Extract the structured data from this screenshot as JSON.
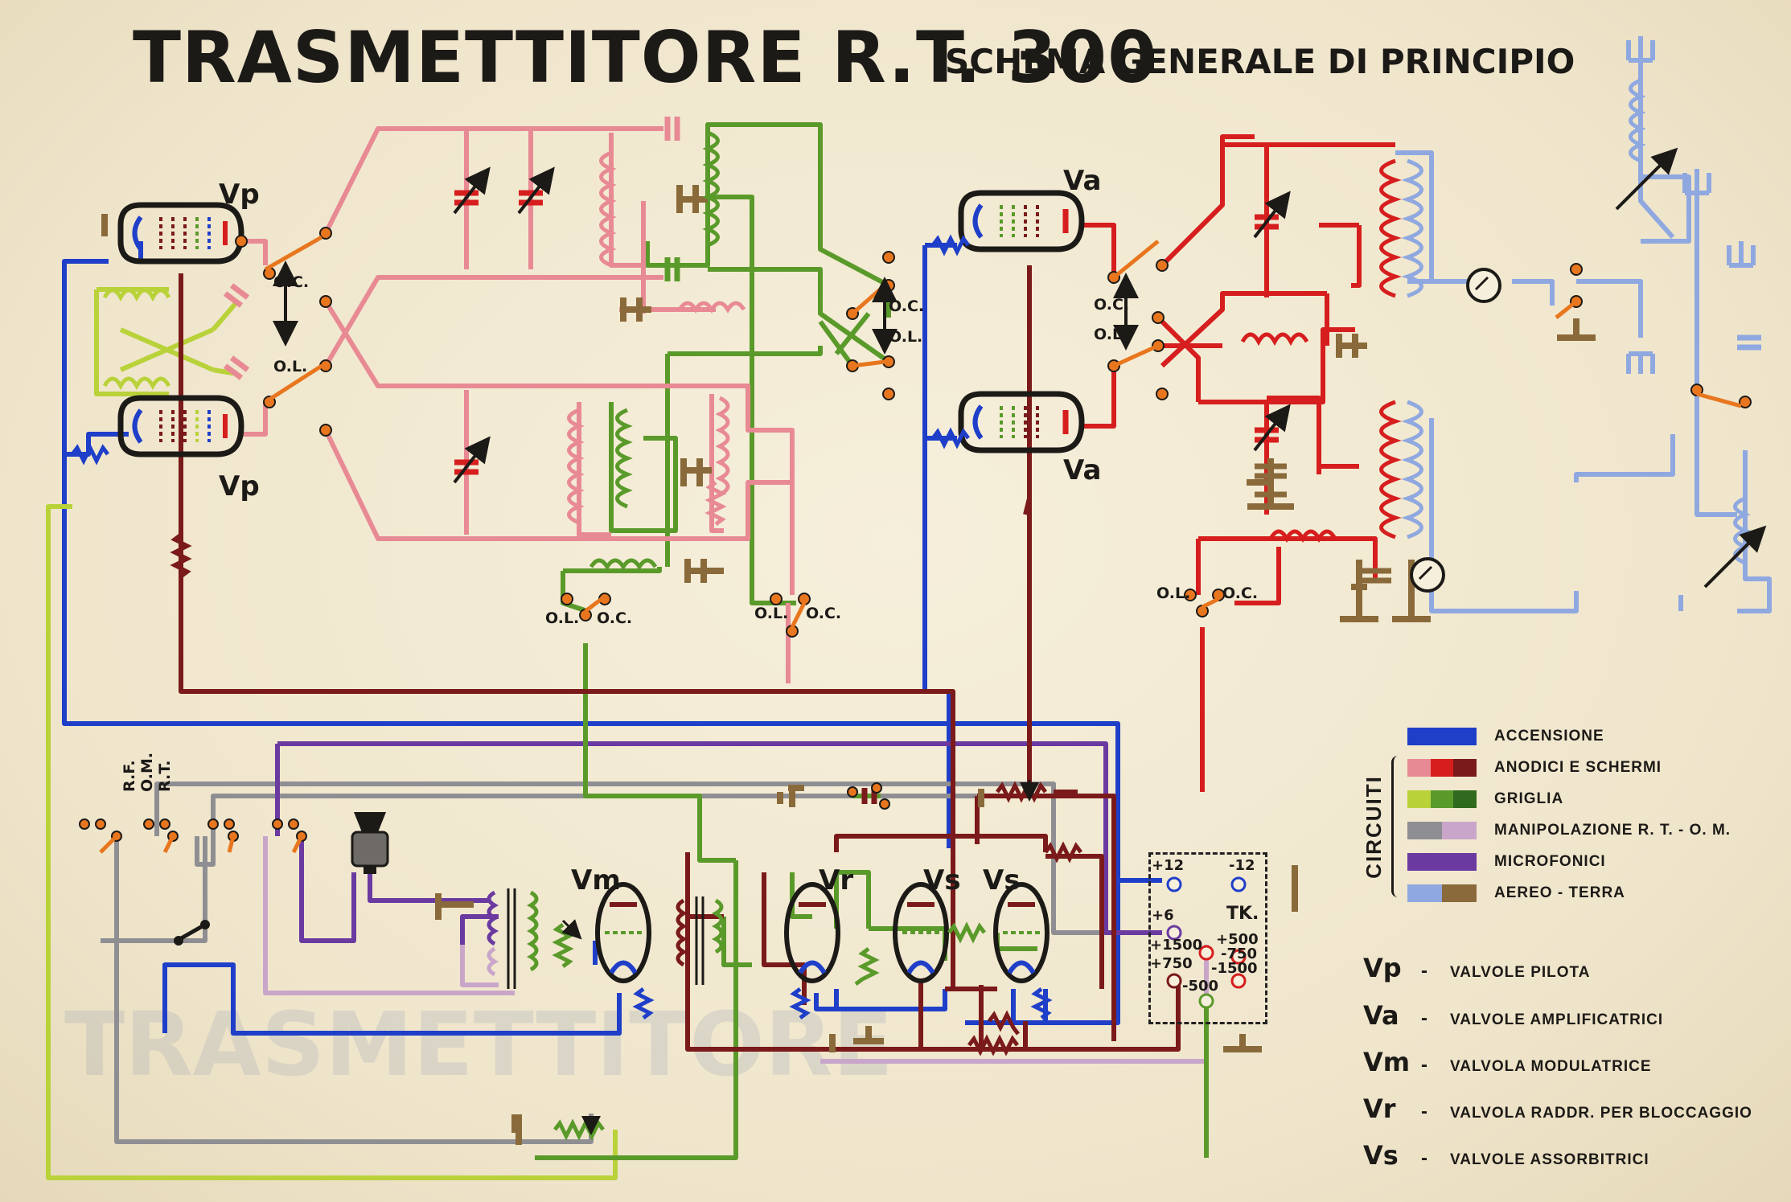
{
  "title": {
    "main": "TRASMETTITORE R.T. 300",
    "subtitle": "SCHEMA GENERALE DI PRINCIPIO"
  },
  "tube_labels": {
    "vp_top": "Vp",
    "vp_bottom": "Vp",
    "va_top": "Va",
    "va_bottom": "Va",
    "vm": "Vm",
    "vr": "Vr",
    "vs1": "Vs",
    "vs2": "Vs"
  },
  "switch_labels": {
    "left_oc": "O.C.",
    "left_ol": "O.L.",
    "mid_oc": "O.C.",
    "mid_ol": "O.L.",
    "right_oc": "O.C.",
    "right_ol": "O.L.",
    "low1_ol": "O.L.",
    "low1_oc": "O.C.",
    "low2_ol": "O.L.",
    "low2_oc": "O.C.",
    "ant_ol": "O.L.",
    "ant_oc": "O.C.",
    "mode_rf": "R.F.",
    "mode_om": "O.M.",
    "mode_rt": "R.T."
  },
  "power_supply": {
    "plus12": "+12",
    "minus12": "-12",
    "plus6": "+6",
    "tk": "TK.",
    "plus1500": "+1500",
    "plus500": "+500",
    "minus750": "-750",
    "plus750": "+750",
    "minus1500": "-1500",
    "minus500": "-500"
  },
  "legend": {
    "heading": "CIRCUITI",
    "items": [
      {
        "label": "ACCENSIONE",
        "colors": [
          "#1f3fc9",
          "#1f3fc9"
        ]
      },
      {
        "label": "ANODICI E SCHERMI",
        "colors": [
          "#e88a94",
          "#d61e1e",
          "#7a1a1a"
        ]
      },
      {
        "label": "GRIGLIA",
        "colors": [
          "#b9d23a",
          "#5a9a2a",
          "#2f6a1e"
        ]
      },
      {
        "label": "MANIPOLAZIONE R. T. - O. M.",
        "colors": [
          "#8f8f93",
          "#c9a6c9"
        ]
      },
      {
        "label": "MICROFONICI",
        "colors": [
          "#6b3aa0",
          "#6b3aa0"
        ]
      },
      {
        "label": "AEREO - TERRA",
        "colors": [
          "#8fa8e0",
          "#8a6a3a"
        ]
      }
    ]
  },
  "tube_key": [
    {
      "symbol": "Vp",
      "dash": "-",
      "description": "VALVOLE PILOTA"
    },
    {
      "symbol": "Va",
      "dash": "-",
      "description": "VALVOLE AMPLIFICATRICI"
    },
    {
      "symbol": "Vm",
      "dash": "-",
      "description": "VALVOLA MODULATRICE"
    },
    {
      "symbol": "Vr",
      "dash": "-",
      "description": "VALVOLA RADDR. PER BLOCCAGGIO"
    },
    {
      "symbol": "Vs",
      "dash": "-",
      "description": "VALVOLE ASSORBITRICI"
    }
  ],
  "colors": {
    "paper": "#f1e9d2",
    "filament": "#1f3fc9",
    "anode_pink": "#e88a94",
    "anode_red": "#d61e1e",
    "anode_dark": "#7a1a1a",
    "grid_lime": "#b9d23a",
    "grid_green": "#5a9a2a",
    "keying_grey": "#8f8f93",
    "keying_mauve": "#c9a6c9",
    "mic_purple": "#6b3aa0",
    "aerial_blue": "#8fa8e0",
    "ground_brown": "#8a6a3a",
    "switch_orange": "#e8761e"
  }
}
